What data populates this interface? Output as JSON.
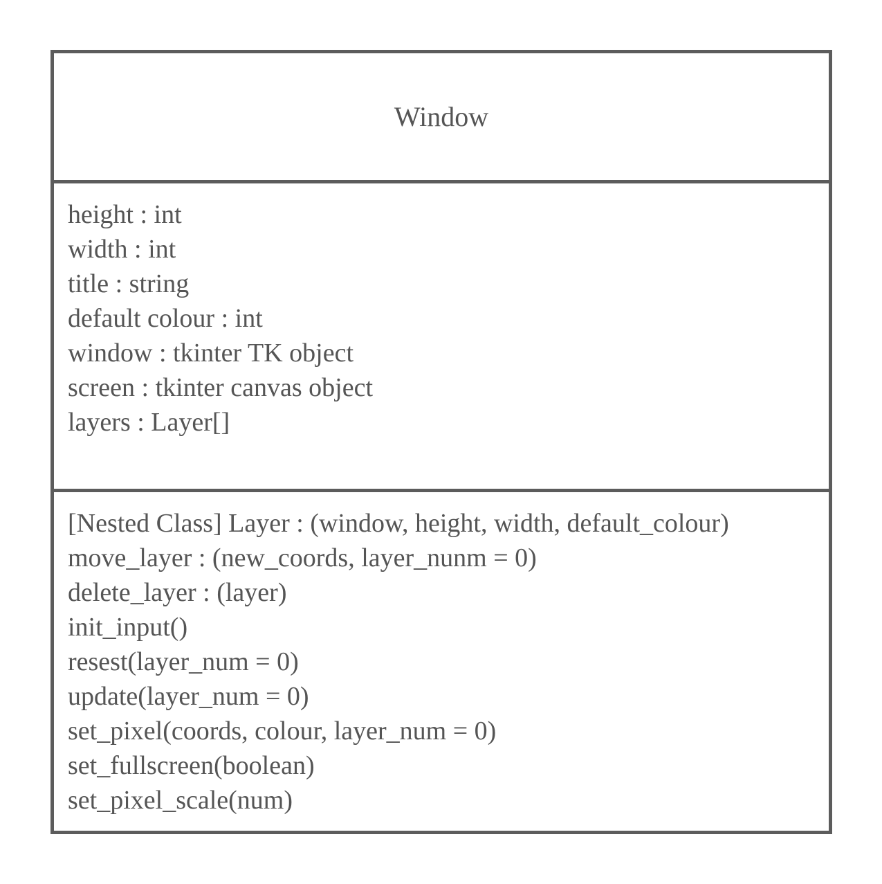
{
  "class": {
    "name": "Window",
    "attributes": [
      "height : int",
      "width : int",
      "title : string",
      "default colour : int",
      "window : tkinter TK object",
      "screen : tkinter canvas object",
      "layers : Layer[]"
    ],
    "methods": [
      "[Nested Class] Layer : (window, height, width, default_colour)",
      "move_layer : (new_coords, layer_nunm = 0)",
      "delete_layer : (layer)",
      "init_input()",
      "resest(layer_num = 0)",
      "update(layer_num = 0)",
      "set_pixel(coords, colour, layer_num = 0)",
      "set_fullscreen(boolean)",
      "set_pixel_scale(num)"
    ]
  },
  "colors": {
    "border": "#5c5c5c",
    "text": "#555555",
    "background": "#ffffff"
  }
}
